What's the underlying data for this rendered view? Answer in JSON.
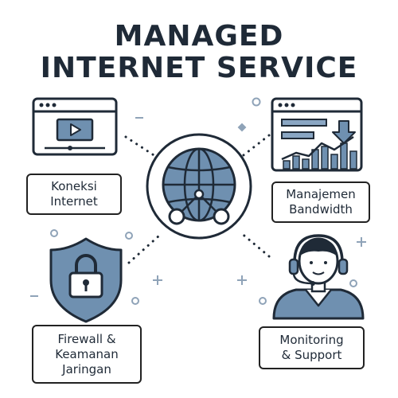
{
  "title": {
    "line1": "MANAGED",
    "line2": "INTERNET SERVICE"
  },
  "services": [
    {
      "id": "koneksi",
      "label": "Koneksi\nInternet",
      "icon": "video-player-window-icon"
    },
    {
      "id": "bandwidth",
      "label": "Manajemen\nBandwidth",
      "icon": "bandwidth-chart-window-icon"
    },
    {
      "id": "firewall",
      "label": "Firewall &\nKeamanan\nJaringan",
      "icon": "shield-lock-icon"
    },
    {
      "id": "monitoring",
      "label": "Monitoring\n& Support",
      "icon": "support-agent-headset-icon"
    }
  ],
  "center_icon": "network-globe-icon",
  "colors": {
    "accent": "#6f90b0",
    "accent_light": "#8aa6c3",
    "outline": "#1f2a37",
    "decor": "#8fa3b8"
  }
}
